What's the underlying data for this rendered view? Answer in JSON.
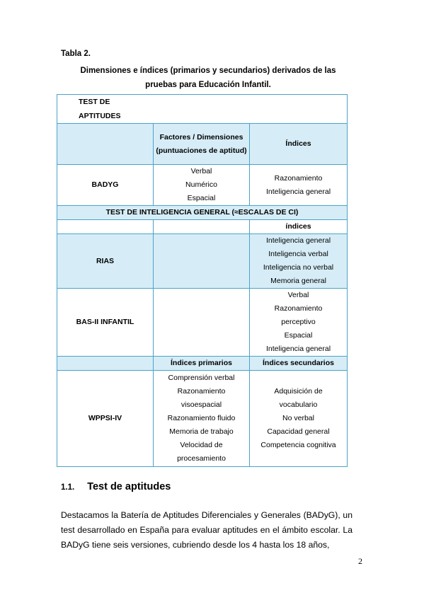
{
  "caption": {
    "label": "Tabla 2.",
    "title_line1": "Dimensiones e índices (primarios y secundarios) derivados de las",
    "title_line2": "pruebas para Educación Infantil."
  },
  "table": {
    "section1": {
      "heading": "TEST DE APTITUDES",
      "col_factores": "Factores / Dimensiones (puntuaciones de aptitud)",
      "col_indices": "Índices",
      "badyg": {
        "name": "BADYG",
        "factores": [
          "Verbal",
          "Numérico",
          "Espacial"
        ],
        "indices": [
          "Razonamiento",
          "Inteligencia general"
        ]
      }
    },
    "section2": {
      "heading": "TEST DE INTELIGENCIA GENERAL (≈ESCALAS DE CI)",
      "col_indices": "índices",
      "rias": {
        "name": "RIAS",
        "indices": [
          "Inteligencia general",
          "Inteligencia verbal",
          "Inteligencia no verbal",
          "Memoria general"
        ]
      },
      "bas": {
        "name": "BAS-II INFANTIL",
        "indices": [
          "Verbal",
          "Razonamiento",
          "perceptivo",
          "Espacial",
          "Inteligencia general"
        ]
      },
      "col_primarios": "Índices primarios",
      "col_secundarios": "Índices secundarios",
      "wppsi": {
        "name": "WPPSI-IV",
        "primarios": [
          "Comprensión verbal",
          "Razonamiento",
          "visoespacial",
          "Razonamiento fluido",
          "Memoria de trabajo",
          "Velocidad de",
          "procesamiento"
        ],
        "secundarios": [
          "Adquisición de",
          "vocabulario",
          "No verbal",
          "Capacidad general",
          "Competencia cognitiva"
        ]
      }
    }
  },
  "section": {
    "number": "1.1.",
    "title": "Test de aptitudes"
  },
  "body_text": "Destacamos la Batería de Aptitudes Diferenciales y Generales (BADyG), un test desarrollado en España para evaluar aptitudes en el ámbito escolar. La BADyG tiene seis versiones, cubriendo desde los 4 hasta los 18 años,",
  "page_number": "2"
}
